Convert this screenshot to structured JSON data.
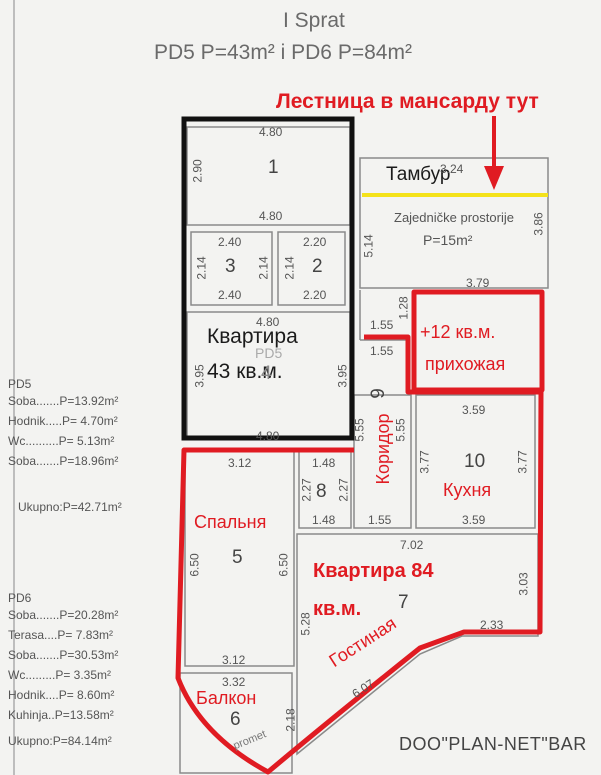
{
  "header": {
    "floor": "I Sprat",
    "areas": "PD5 P=43m² i PD6 P=84m²"
  },
  "annotations": {
    "stairs": "Лестница в мансарду тут",
    "tambur": "Тамбур",
    "apt43_line1": "Квартира",
    "apt43_line2": "43 кв.м.",
    "plus12_line1": "+12 кв.м.",
    "plus12_line2": "прихожая",
    "corridor": "Коридор",
    "kitchen": "Кухня",
    "bedroom": "Спальня",
    "apt84_line1": "Квартира 84",
    "apt84_line2": "кв.м.",
    "living": "Гостиная",
    "balcony": "Балкон"
  },
  "rooms": {
    "r1": "1",
    "r2": "2",
    "r3": "3",
    "r4": "4",
    "r5": "5",
    "r6": "6",
    "r7": "7",
    "r8": "8",
    "r9": "9",
    "r10": "10",
    "pd5": "PD5",
    "common_name": "Zajedničke prostorije",
    "common_area": "P=15m²"
  },
  "dimensions": {
    "d480_top": "4.80",
    "d290": "2.90",
    "d480_mid": "4.80",
    "d240_top": "2.40",
    "d220_top": "2.20",
    "d214_a": "2.14",
    "d214_b": "2.14",
    "d214_c": "2.14",
    "d240_bot": "2.40",
    "d220_bot": "2.20",
    "d480_pd5": "4.80",
    "d395_a": "3.95",
    "d395_b": "3.95",
    "d480_bot": "4.80",
    "d324": "3.24",
    "d386": "3.86",
    "d514": "5.14",
    "d379": "3.79",
    "d128": "1.28",
    "d155_a": "1.55",
    "d155_b": "1.55",
    "d359_top": "3.59",
    "d555_a": "5.55",
    "d555_b": "5.55",
    "d377_a": "3.77",
    "d377_b": "3.77",
    "d359_bot": "3.59",
    "d155_c": "1.55",
    "d312_top": "3.12",
    "d148_top": "1.48",
    "d227_a": "2.27",
    "d227_b": "2.27",
    "d148_bot": "1.48",
    "d650_a": "6.50",
    "d650_b": "6.50",
    "d312_bot": "3.12",
    "d702": "7.02",
    "d303": "3.03",
    "d528": "5.28",
    "d233": "2.33",
    "d607": "6.07",
    "d332": "3.32",
    "d218": "2.18"
  },
  "legend_pd5": {
    "heading": "PD5",
    "rows": [
      "Soba.......P=13.92m²",
      "Hodnik.....P= 4.70m²",
      "Wc..........P= 5.13m²",
      "Soba.......P=18.96m²"
    ],
    "total": "Ukupno:P=42.71m²"
  },
  "legend_pd6": {
    "heading": "PD6",
    "rows": [
      "Soba.......P=20.28m²",
      "Terasa....P= 7.83m²",
      "Soba.......P=30.53m²",
      "Wc.........P= 3.35m²",
      "Hodnik....P= 8.60m²",
      "Kuhinja..P=13.58m²"
    ],
    "total": "Ukupno:P=84.14m²"
  },
  "stamp": "promet",
  "company": "DOO\"PLAN-NET\"BAR",
  "colors": {
    "red": "#e01b22",
    "yellow": "#f4e21a",
    "black": "#111111",
    "line": "#8a8a8a"
  }
}
